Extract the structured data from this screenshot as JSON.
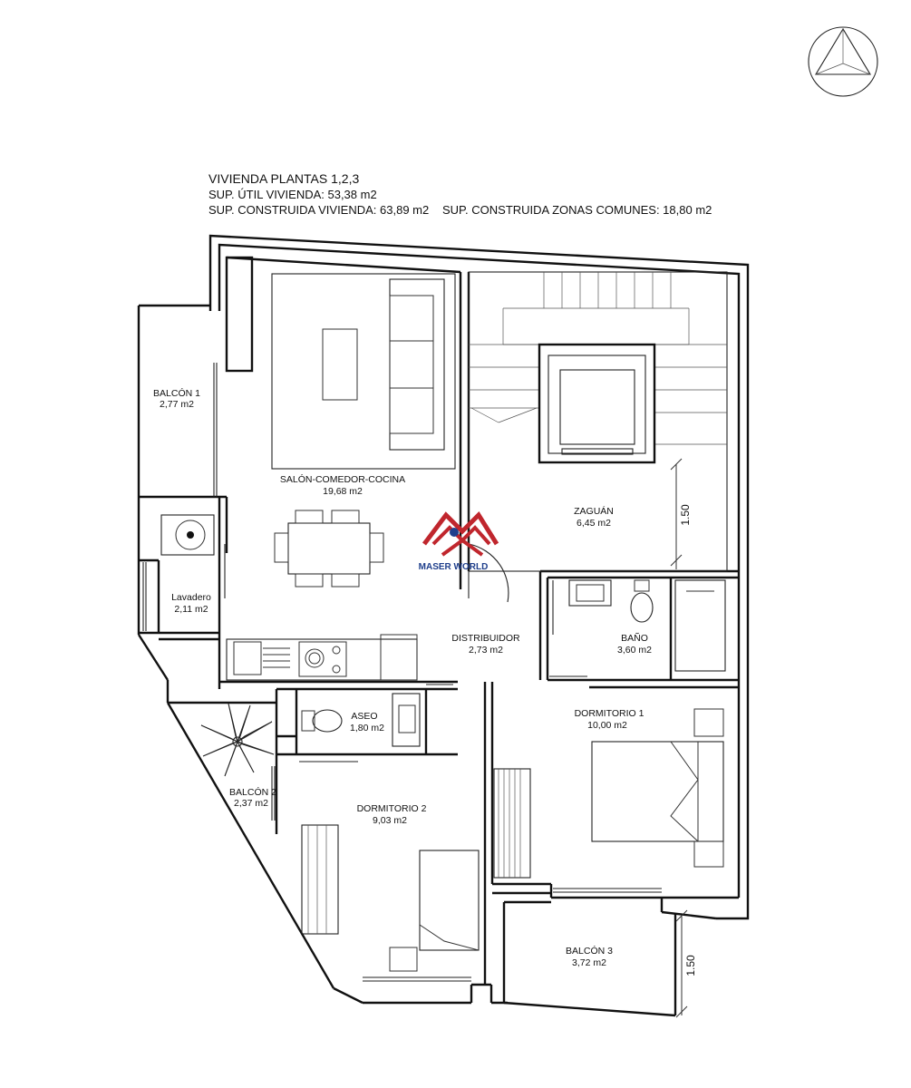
{
  "header": {
    "title": "VIVIENDA PLANTAS 1,2,3",
    "useful_area": "SUP. ÚTIL VIVIENDA: 53,38 m2",
    "built_area": "SUP. CONSTRUIDA VIVIENDA: 63,89 m2",
    "common_area": "SUP. CONSTRUIDA ZONAS COMUNES: 18,80 m2"
  },
  "rooms": {
    "balcon1": {
      "name": "BALCÓN 1",
      "area": "2,77 m2"
    },
    "salon": {
      "name": "SALÓN-COMEDOR-COCINA",
      "area": "19,68 m2"
    },
    "zaguan": {
      "name": "ZAGUÁN",
      "area": "6,45 m2"
    },
    "lavadero": {
      "name": "Lavadero",
      "area": "2,11 m2"
    },
    "distribuidor": {
      "name": "DISTRIBUIDOR",
      "area": "2,73 m2"
    },
    "bano": {
      "name": "BAÑO",
      "area": "3,60 m2"
    },
    "aseo": {
      "name": "ASEO",
      "area": "1,80 m2"
    },
    "dormitorio1": {
      "name": "DORMITORIO 1",
      "area": "10,00 m2"
    },
    "balcon2": {
      "name": "BALCÓN 2",
      "area": "2,37 m2"
    },
    "dormitorio2": {
      "name": "DORMITORIO 2",
      "area": "9,03 m2"
    },
    "balcon3": {
      "name": "BALCÓN 3",
      "area": "3,72 m2"
    }
  },
  "dimensions": {
    "zaguan_width": "1.50",
    "balcon3_depth": "1.50"
  },
  "watermark": {
    "text": "MASER WORLD",
    "color": "#c0262d"
  },
  "north_arrow": {
    "icon": "north-arrow-icon"
  }
}
